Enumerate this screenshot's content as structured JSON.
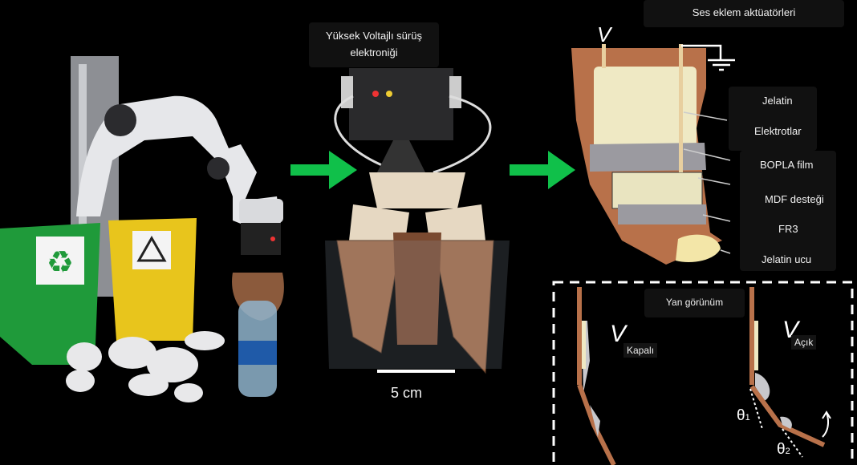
{
  "title_top_middle": "Yüksek Voltajlı sürüş elektroniği",
  "title_top_right": "Ses eklem aktüatörleri",
  "scale_bar_label": "5 cm",
  "voltage_symbol": "V",
  "layer_labels": [
    "Jelatin",
    "Elektrotlar",
    "BOPLA film",
    "MDF desteği",
    "FR3",
    "Jelatin ucu"
  ],
  "side_view": {
    "title": "Yan görünüm",
    "closed_symbol": "V",
    "closed_label": "Kapalı",
    "open_symbol": "V",
    "open_label": "Açık",
    "theta1": "θ",
    "theta1_sub": "1",
    "theta2": "θ",
    "theta2_sub": "2"
  },
  "colors": {
    "arrow": "#10c04a",
    "finger": "#b8714a",
    "gelatin": "#efe9c4",
    "bin_green": "#1f9a3a",
    "bin_yellow": "#e8c51c"
  }
}
